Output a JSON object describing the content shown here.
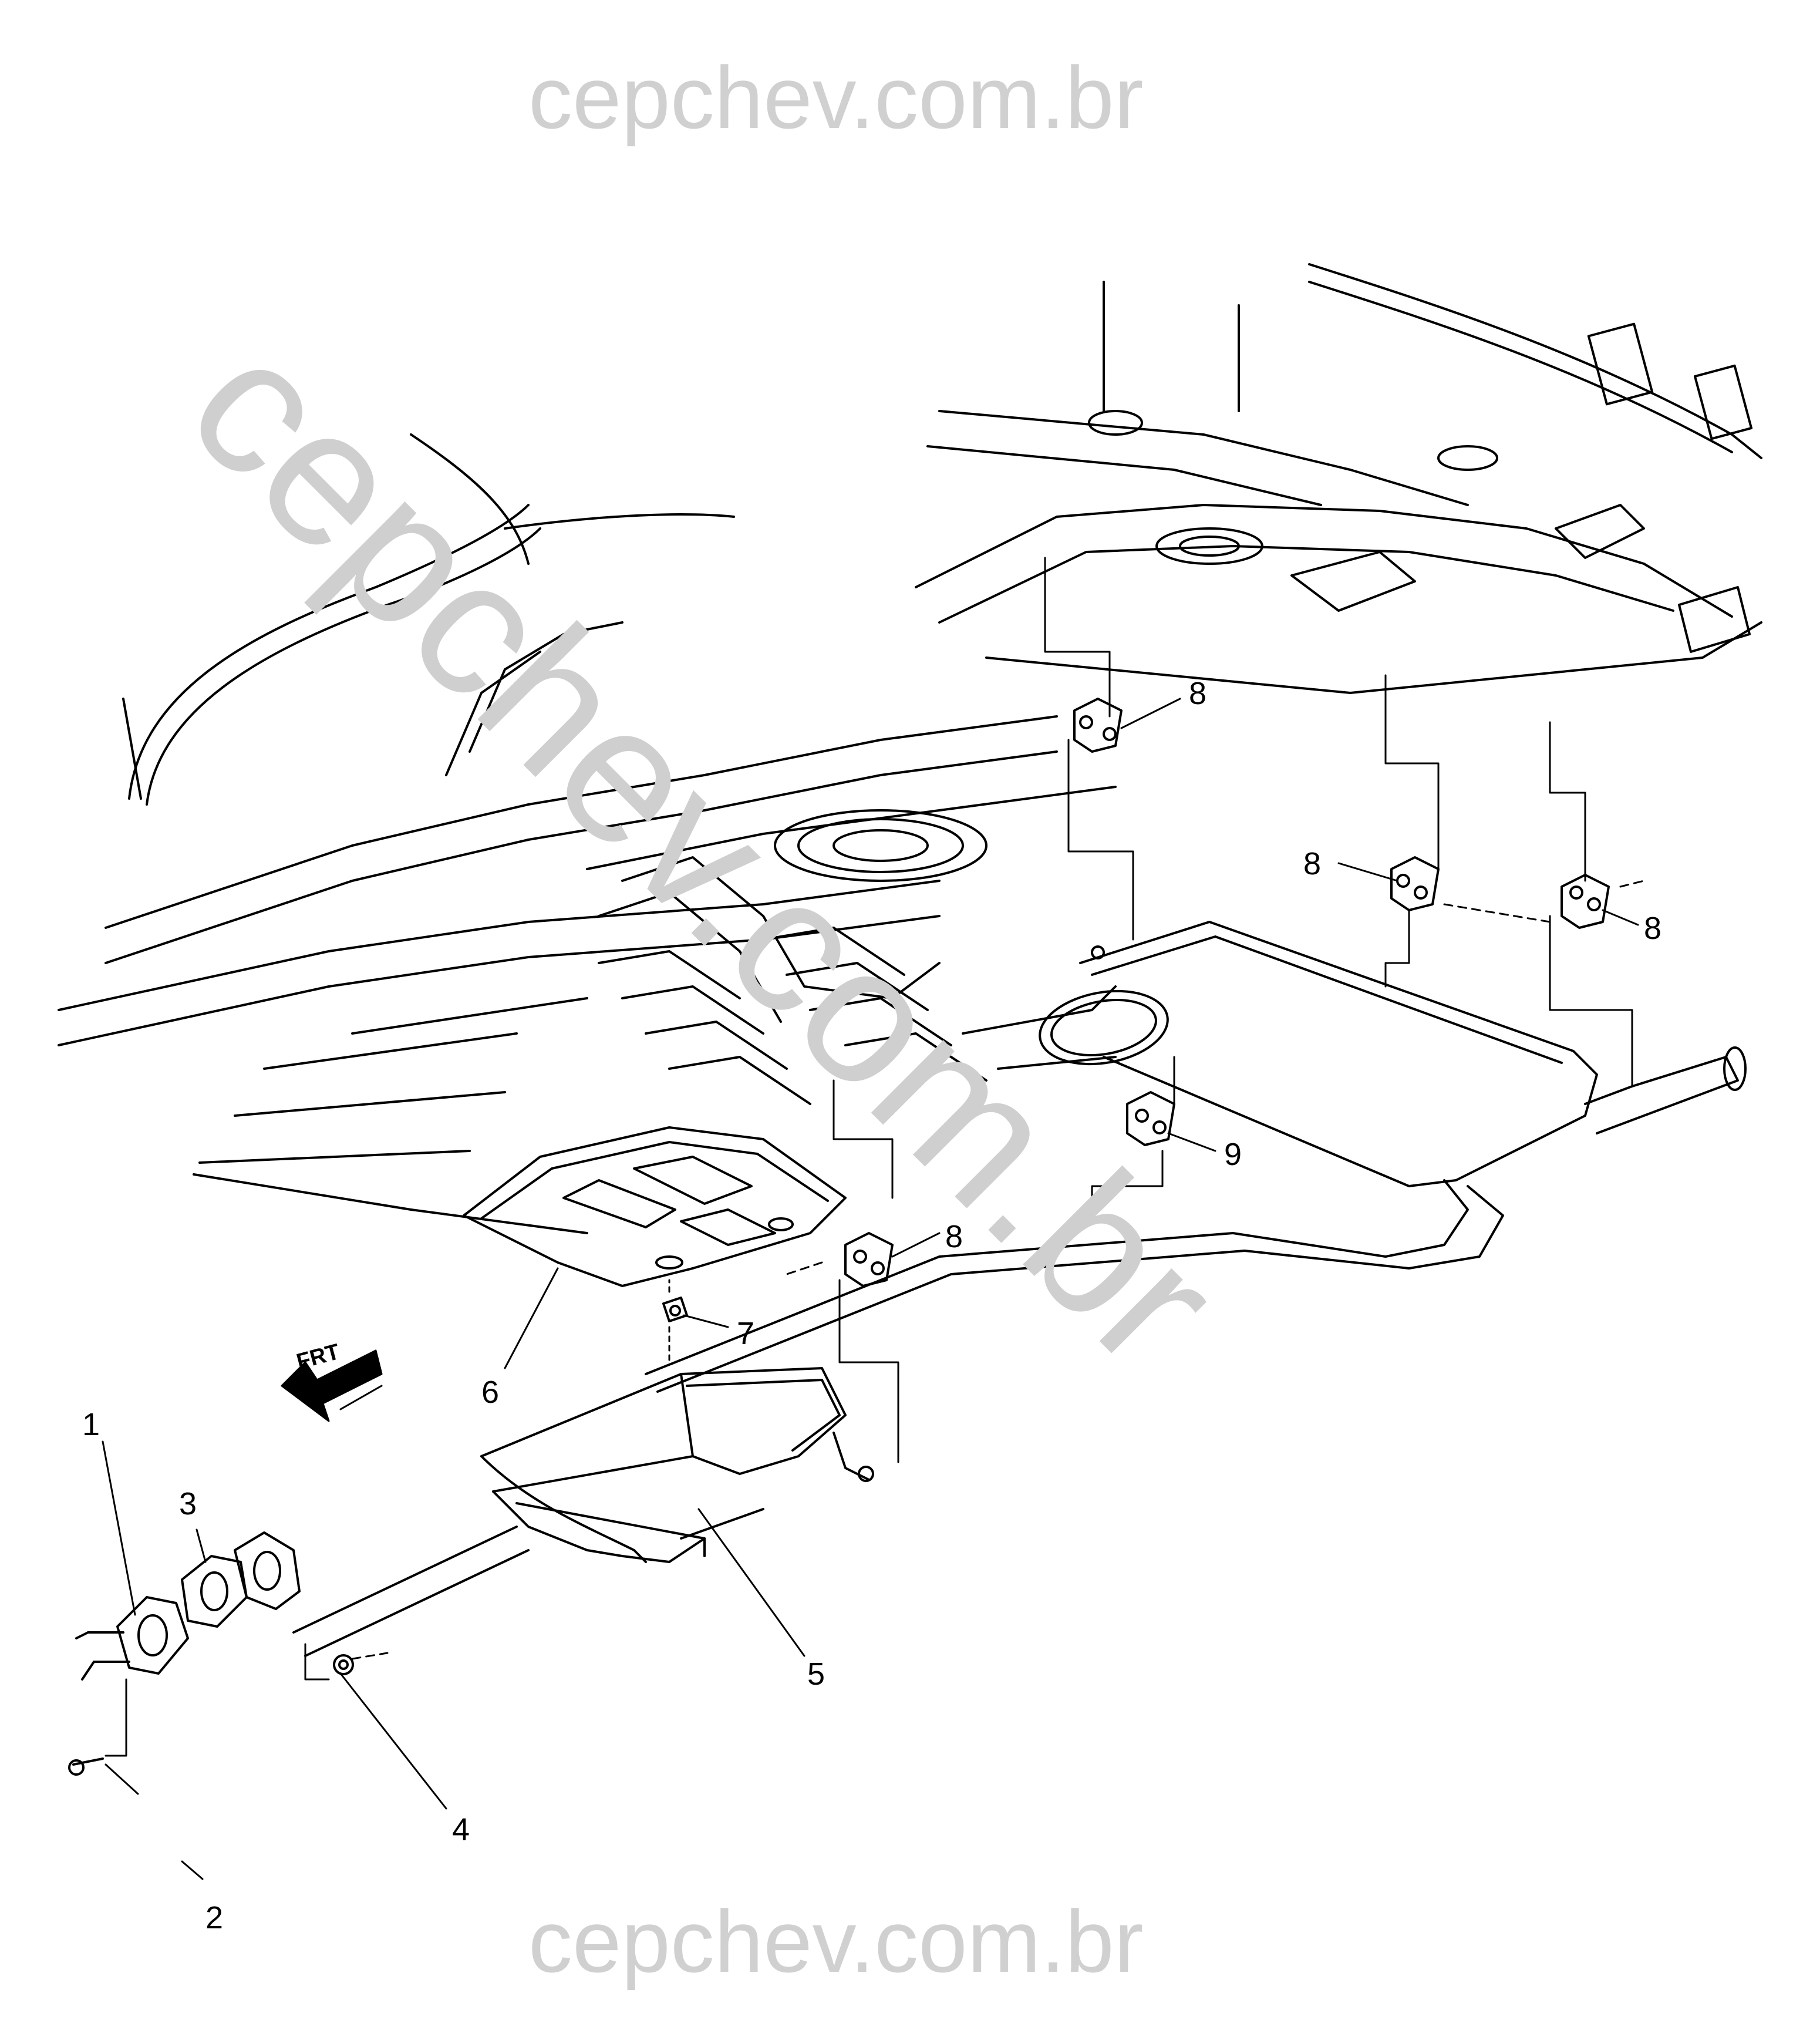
{
  "watermark": {
    "top": "cepchev.com.br",
    "diagonal": "cepchev.com.br",
    "bottom": "cepchev.com.br"
  },
  "direction_label": "FRT",
  "callouts": {
    "c1": "1",
    "c2": "2",
    "c3": "3",
    "c4": "4",
    "c5": "5",
    "c6": "6",
    "c7": "7",
    "c8a": "8",
    "c8b": "8",
    "c8c": "8",
    "c8d": "8",
    "c9": "9"
  },
  "colors": {
    "line": "#000000",
    "watermark": "#cfcfcf",
    "background": "#ffffff"
  }
}
